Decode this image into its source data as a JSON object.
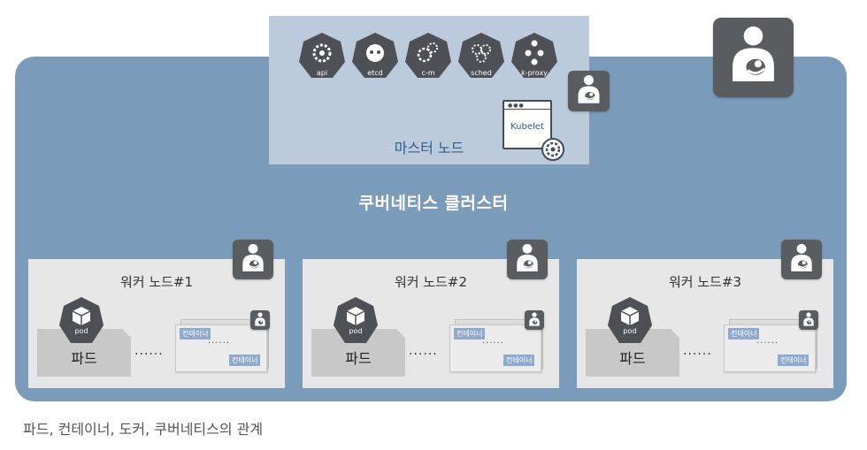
{
  "cluster": {
    "title": "쿠버네티스 클러스터"
  },
  "master": {
    "label": "마스터 노드",
    "components": [
      {
        "label": "api"
      },
      {
        "label": "etcd"
      },
      {
        "label": "c-m"
      },
      {
        "label": "sched"
      },
      {
        "label": "k-proxy"
      }
    ],
    "kubelet_label": "Kubelet"
  },
  "workers": [
    {
      "label": "워커 노드#1",
      "pod_icon_label": "pod",
      "pod_name": "파드",
      "ellipsis": "......",
      "container_label": "컨테이너",
      "container_dots": "......"
    },
    {
      "label": "워커 노드#2",
      "pod_icon_label": "pod",
      "pod_name": "파드",
      "ellipsis": "......",
      "container_label": "컨테이너",
      "container_dots": "......"
    },
    {
      "label": "워커 노드#3",
      "pod_icon_label": "pod",
      "pod_name": "파드",
      "ellipsis": "......",
      "container_label": "컨테이너",
      "container_dots": "......"
    }
  ],
  "caption": "파드, 컨테이너, 도커, 쿠버네티스의 관계",
  "icons": {
    "component": "gear-icon",
    "docker": "docker-user-icon",
    "pod": "cube-icon",
    "kubelet_badge": "gear-icon"
  },
  "colors": {
    "cluster_bg": "#7b9bbb",
    "master_bg": "#bccbdb",
    "worker_bg": "#e7e7e7",
    "icon_dark": "#5a5d60",
    "container_tag": "#8eaacc"
  }
}
